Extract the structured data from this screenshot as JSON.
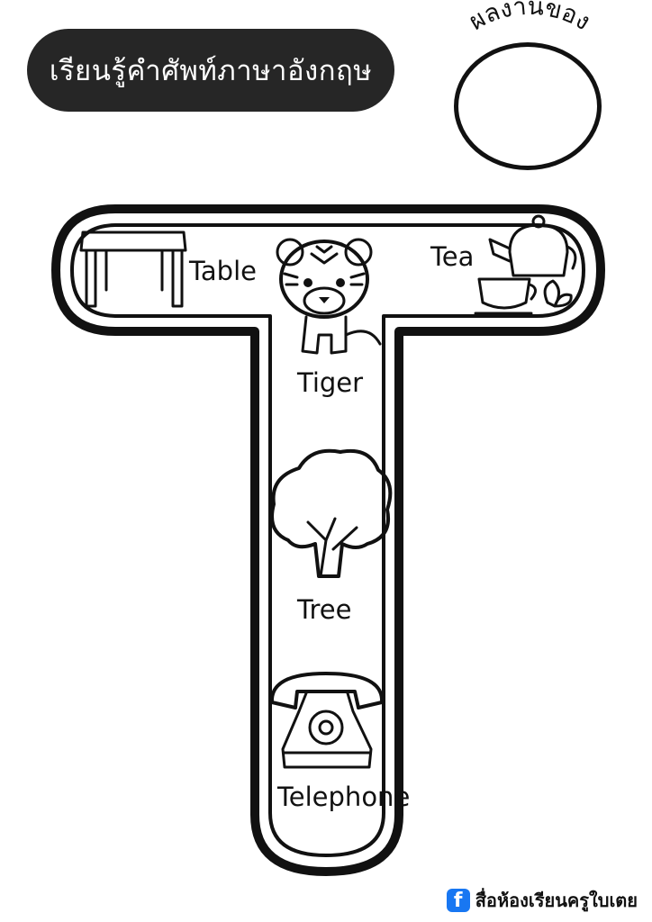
{
  "header": {
    "title": "เรียนรู้คำศัพท์ภาษาอังกฤษ"
  },
  "owner": {
    "label": "ผลงานของ"
  },
  "letter": "T",
  "vocabulary": [
    {
      "word": "Table",
      "icon": "table-icon"
    },
    {
      "word": "Tiger",
      "icon": "tiger-icon"
    },
    {
      "word": "Tea",
      "icon": "tea-icon"
    },
    {
      "word": "Tree",
      "icon": "tree-icon"
    },
    {
      "word": "Telephone",
      "icon": "telephone-icon"
    }
  ],
  "footer": {
    "text": "สื่อห้องเรียนครูใบเตย",
    "icon": "facebook-icon"
  }
}
